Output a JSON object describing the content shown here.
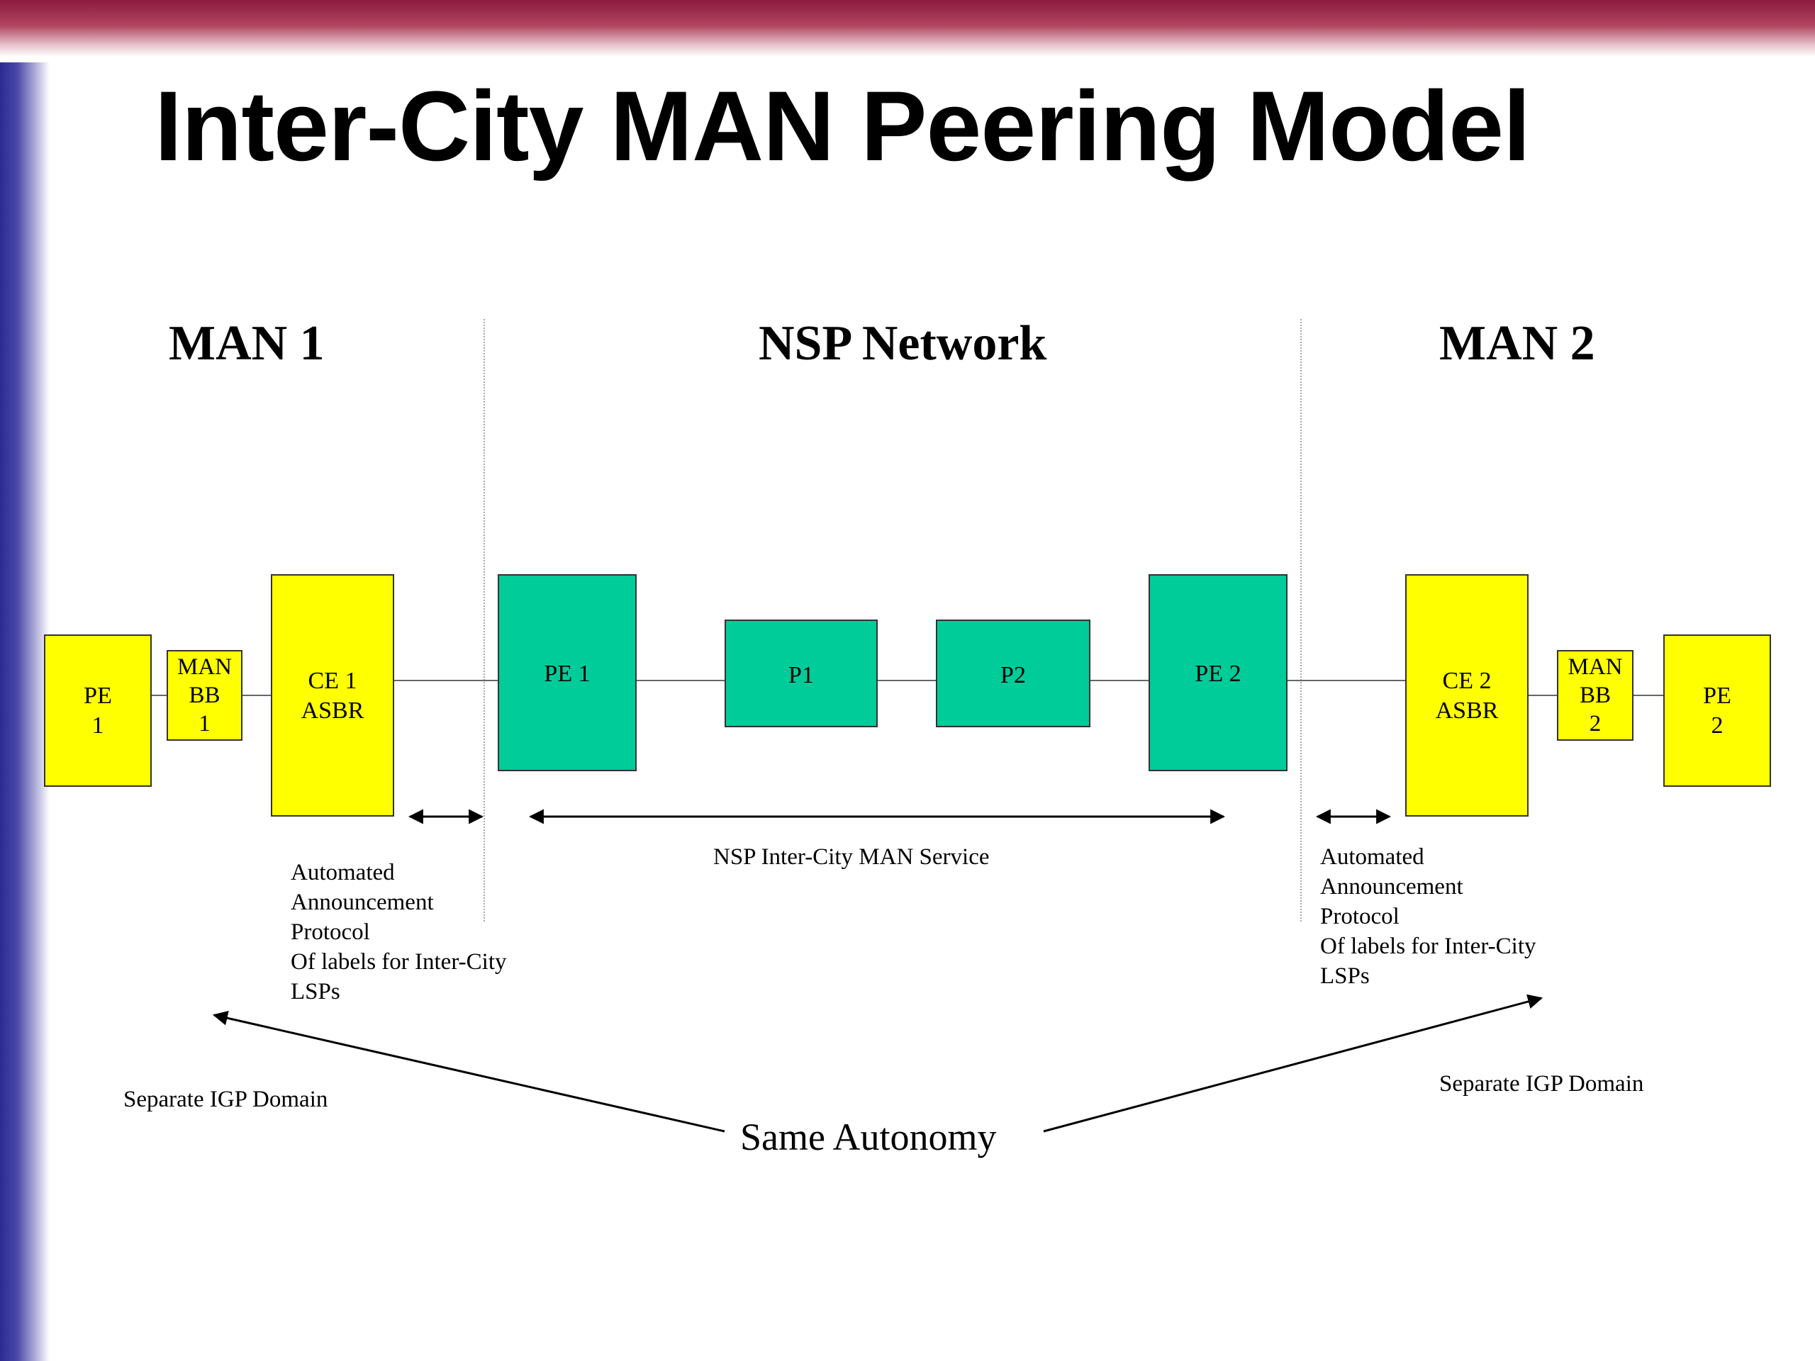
{
  "slide": {
    "title": "Inter-City MAN Peering Model"
  },
  "sections": {
    "man1": "MAN 1",
    "nsp": "NSP Network",
    "man2": "MAN 2"
  },
  "nodes": {
    "man1_pe": "PE\n1",
    "man1_bb": "MAN\nBB\n1",
    "ce1": "CE 1\nASBR",
    "nsp_pe1": "PE 1",
    "p1": "P1",
    "p2": "P2",
    "nsp_pe2": "PE 2",
    "ce2": "CE 2\nASBR",
    "man2_bb": "MAN\nBB\n2",
    "man2_pe": "PE\n2"
  },
  "annotations": {
    "nsp_service": "NSP Inter-City MAN Service",
    "left_protocol": [
      "Automated",
      "Announcement",
      "Protocol",
      "Of labels for Inter-City",
      "LSPs"
    ],
    "right_protocol": [
      "Automated",
      "Announcement",
      "Protocol",
      "Of labels for Inter-City",
      "LSPs"
    ],
    "left_igp": "Separate IGP Domain",
    "right_igp": "Separate IGP Domain",
    "same_autonomy": "Same Autonomy"
  },
  "colors": {
    "man_node": "#ffff00",
    "nsp_node": "#00cc99",
    "top_band": "#8e1a3e",
    "left_band": "#2b2a92"
  }
}
